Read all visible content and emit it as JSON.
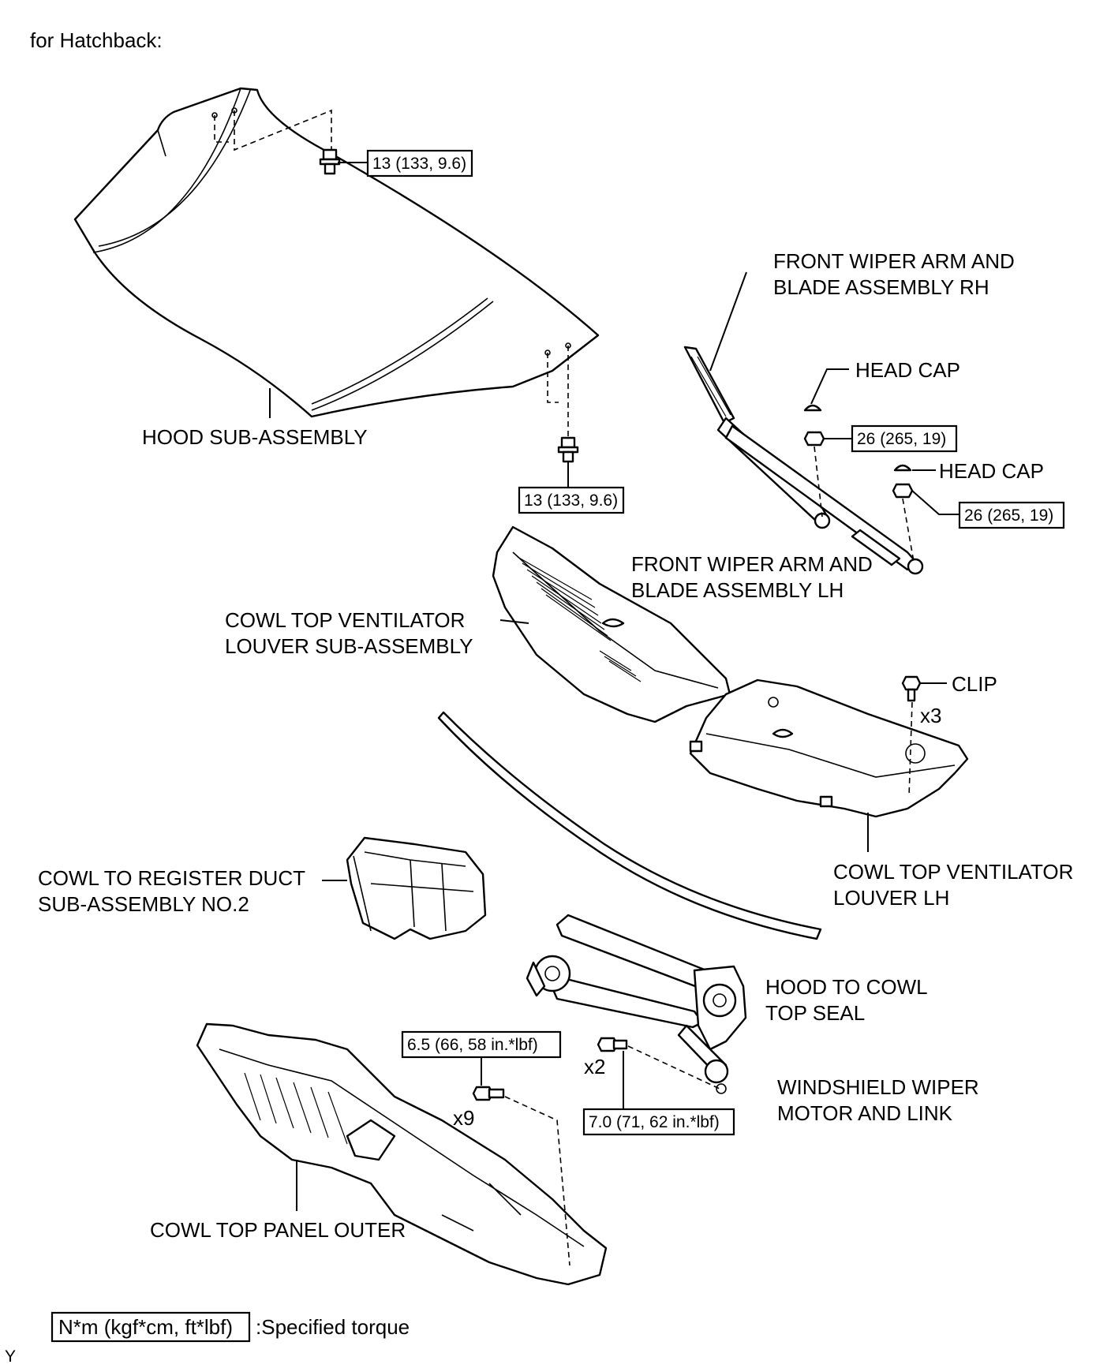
{
  "header": {
    "title": "for Hatchback:"
  },
  "labels": {
    "hood": "HOOD SUB-ASSEMBLY",
    "wiper_rh_1": "FRONT WIPER ARM AND",
    "wiper_rh_2": "BLADE ASSEMBLY RH",
    "head_cap_1": "HEAD CAP",
    "head_cap_2": "HEAD CAP",
    "wiper_lh_1": "FRONT WIPER ARM AND",
    "wiper_lh_2": "BLADE ASSEMBLY LH",
    "louver_sub_1": "COWL TOP VENTILATOR",
    "louver_sub_2": "LOUVER SUB-ASSEMBLY",
    "clip": "CLIP",
    "clip_qty": "x3",
    "louver_lh_1": "COWL TOP VENTILATOR",
    "louver_lh_2": "LOUVER LH",
    "duct_1": "COWL TO REGISTER DUCT",
    "duct_2": "SUB-ASSEMBLY NO.2",
    "seal_1": "HOOD TO COWL",
    "seal_2": "TOP SEAL",
    "motor_1": "WINDSHIELD WIPER",
    "motor_2": "MOTOR AND LINK",
    "motor_bolt_qty": "x2",
    "panel": "COWL TOP PANEL OUTER",
    "panel_bolt_qty": "x9",
    "corner": "Y"
  },
  "torques": {
    "hood_upper": "13 (133, 9.6)",
    "hood_lower": "13 (133, 9.6)",
    "wiper_rh_nut": "26 (265, 19)",
    "wiper_lh_nut": "26 (265, 19)",
    "panel_bolt": "6.5 (66, 58 in.*lbf)",
    "motor_bolt": "7.0 (71, 62 in.*lbf)"
  },
  "legend": {
    "unit": "N*m (kgf*cm, ft*lbf)",
    "text": ":Specified torque"
  }
}
